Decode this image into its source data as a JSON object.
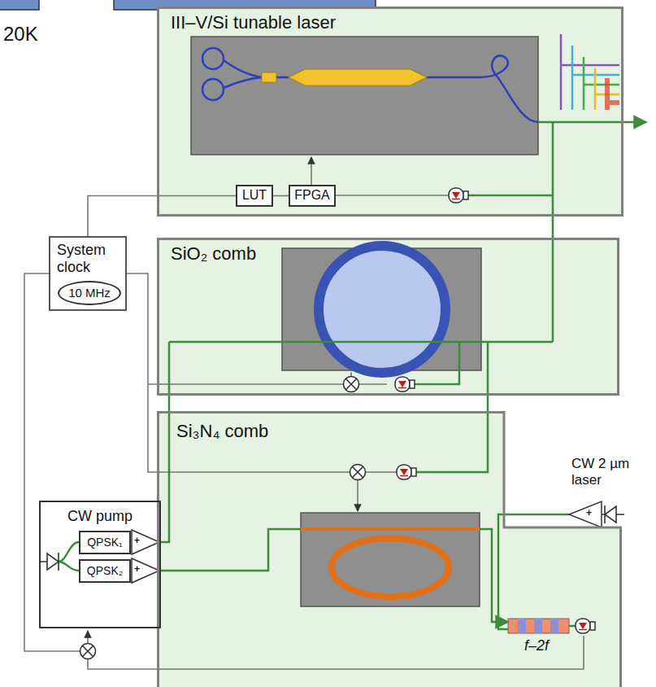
{
  "diagram": {
    "nodes": [
      {
        "text": [
          "III–V/Si tunable laser"
        ]
      },
      {
        "text": [
          "LUT"
        ],
        "in": 0
      },
      {
        "text": [
          "FPGA"
        ],
        "in": 0
      },
      {
        "text": [
          "System clock"
        ]
      },
      {
        "text": [
          "10 MHz"
        ],
        "in": 3
      },
      {
        "text": [
          "SiO₂ comb"
        ]
      },
      {
        "text": [
          "Si₃N₄ comb"
        ]
      },
      {
        "text": [
          "CW pump"
        ]
      },
      {
        "text": [
          "QPSK₁"
        ],
        "in": 7
      },
      {
        "text": [
          "QPSK₂"
        ],
        "in": 7
      }
    ],
    "edges": [
      {
        "from": 1,
        "to": 2,
        "arrow": "none"
      },
      {
        "from": 3,
        "to": 1,
        "arrow": "none"
      }
    ],
    "labels": [
      "20K",
      "+",
      "+",
      "+",
      "CW 2 µm laser",
      "f–2f"
    ]
  }
}
